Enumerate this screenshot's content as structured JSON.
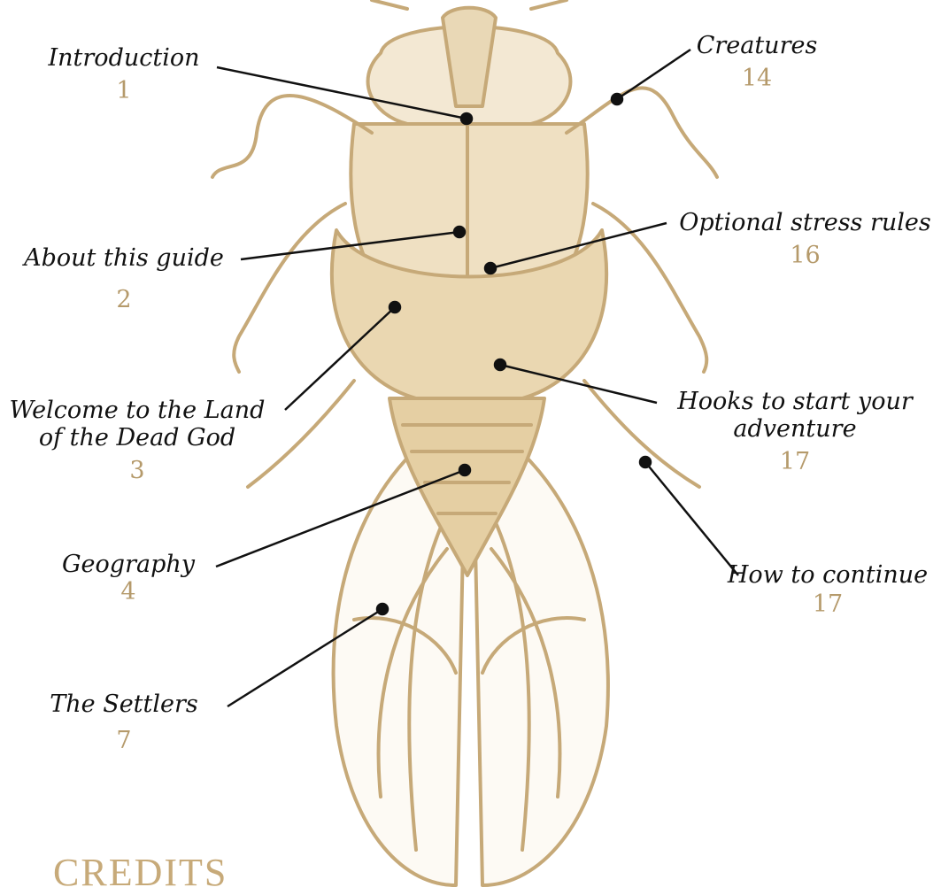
{
  "toc": [
    {
      "id": "introduction",
      "title": "Introduction",
      "page": "1"
    },
    {
      "id": "about",
      "title": "About this guide",
      "page": "2"
    },
    {
      "id": "welcome",
      "title": "Welcome to the Land of the Dead God",
      "page": "3"
    },
    {
      "id": "geography",
      "title": "Geography",
      "page": "4"
    },
    {
      "id": "settlers",
      "title": "The Settlers",
      "page": "7"
    },
    {
      "id": "creatures",
      "title": "Creatures",
      "page": "14"
    },
    {
      "id": "stress",
      "title": "Optional stress rules",
      "page": "16"
    },
    {
      "id": "hooks",
      "title": "Hooks to start your adventure",
      "page": "17"
    },
    {
      "id": "continue",
      "title": "How to continue",
      "page": "17"
    }
  ],
  "credits_heading": "CREDITS",
  "colors": {
    "ink": "#111111",
    "gold": "#b59a6b",
    "illustration": "#c6a978"
  }
}
